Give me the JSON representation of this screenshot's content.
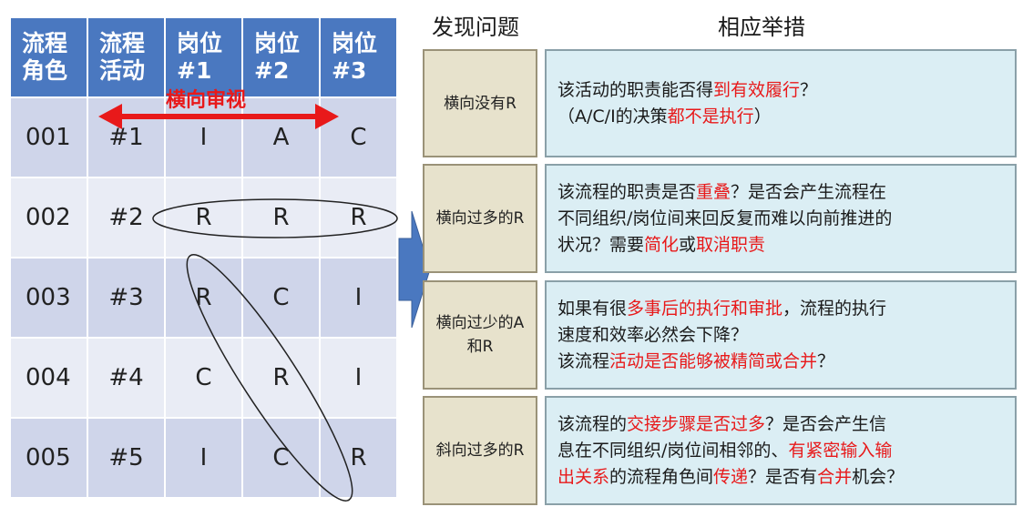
{
  "table": {
    "headers": [
      [
        "流程",
        "角色"
      ],
      [
        "流程",
        "活动"
      ],
      [
        "岗位",
        "#1"
      ],
      [
        "岗位",
        "#2"
      ],
      [
        "岗位",
        "#3"
      ]
    ],
    "rows": [
      [
        "001",
        "#1",
        "I",
        "A",
        "C"
      ],
      [
        "002",
        "#2",
        "R",
        "R",
        "R"
      ],
      [
        "003",
        "#3",
        "R",
        "C",
        "I"
      ],
      [
        "004",
        "#4",
        "C",
        "R",
        "I"
      ],
      [
        "005",
        "#5",
        "I",
        "C",
        "R"
      ]
    ],
    "horizontal_review_label": "横向审视"
  },
  "columns": {
    "problem": "发现问题",
    "measure": "相应举措"
  },
  "items": [
    {
      "problem": "横向没有R",
      "measure": [
        [
          [
            "该活动的职责能否得",
            false
          ],
          [
            "到有效履行",
            true
          ],
          [
            "？",
            false
          ]
        ],
        [
          [
            "（A/C/I的决策",
            false
          ],
          [
            "都不是执行",
            true
          ],
          [
            "）",
            false
          ]
        ]
      ]
    },
    {
      "problem": "横向过多的R",
      "measure": [
        [
          [
            "该流程的职责是否",
            false
          ],
          [
            "重叠",
            true
          ],
          [
            "？是否会产生流程在",
            false
          ]
        ],
        [
          [
            "不同组织/岗位间来回反复而难以向前推进的",
            false
          ]
        ],
        [
          [
            "状况？需要",
            false
          ],
          [
            "简化",
            true
          ],
          [
            "或",
            false
          ],
          [
            "取消职责",
            true
          ]
        ]
      ]
    },
    {
      "problem": "横向过少的A和R",
      "measure": [
        [
          [
            "如果有很",
            false
          ],
          [
            "多事后的执行和审批",
            true
          ],
          [
            "，流程的执行",
            false
          ]
        ],
        [
          [
            "速度和效率必然会下降？",
            false
          ]
        ],
        [
          [
            "该流程",
            false
          ],
          [
            "活动是否能够被精简或合并",
            true
          ],
          [
            "？",
            false
          ]
        ]
      ]
    },
    {
      "problem": "斜向过多的R",
      "measure": [
        [
          [
            "该流程的",
            false
          ],
          [
            "交接步骤是否过多",
            true
          ],
          [
            "？是否会产生信",
            false
          ]
        ],
        [
          [
            "息在不同组织/岗位间相邻的、",
            false
          ],
          [
            "有紧密输入输",
            true
          ]
        ],
        [
          [
            "出关系",
            true
          ],
          [
            "的流程角色间",
            false
          ],
          [
            "传递",
            true
          ],
          [
            "？是否有",
            false
          ],
          [
            "合并",
            true
          ],
          [
            "机会？",
            false
          ]
        ]
      ]
    }
  ],
  "colors": {
    "header_blue": "#4a78c0",
    "row_dark": "#cfd5ea",
    "row_light": "#e9ecf5",
    "highlight_red": "#e8191a",
    "problem_box": "#e7e2cc",
    "measure_box": "#dbeef4",
    "arrow_blue": "#4a78c0"
  }
}
